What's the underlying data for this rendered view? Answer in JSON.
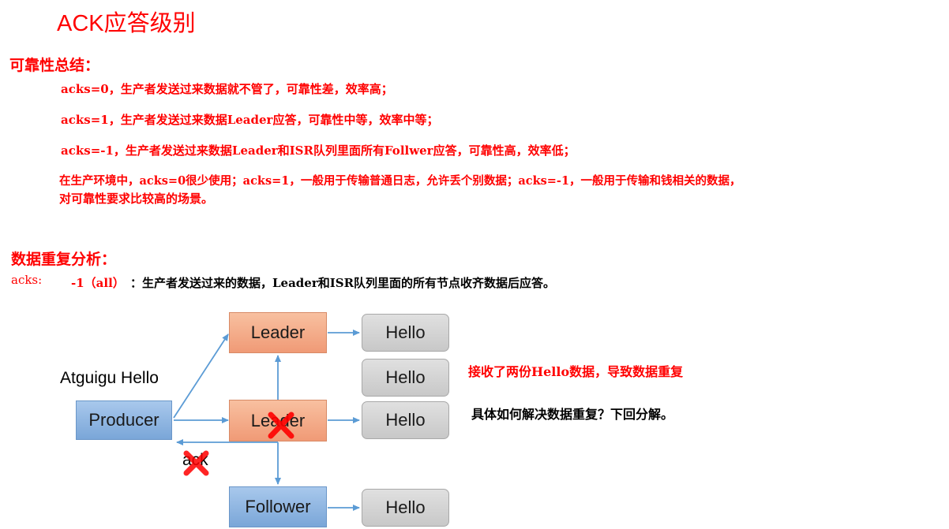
{
  "title": "ACK应答级别",
  "reliability": {
    "heading": "可靠性总结：",
    "lines": [
      "acks=0，生产者发送过来数据就不管了，可靠性差，效率高；",
      "acks=1，生产者发送过来数据Leader应答，可靠性中等，效率中等；",
      "acks=-1，生产者发送过来数据Leader和ISR队列里面所有Follwer应答，可靠性高，效率低；",
      "在生产环境中，acks=0很少使用；acks=1，一般用于传输普通日志，允许丢个别数据；acks=-1，一般用于传输和钱相关的数据，",
      "对可靠性要求比较高的场景。"
    ]
  },
  "duplication": {
    "heading": "数据重复分析：",
    "acks_label": "acks:",
    "acks_value": "-1（all）",
    "acks_desc": "：生产者发送过来的数据，Leader和ISR队列里面的所有节点收齐数据后应答。"
  },
  "diagram": {
    "producer_caption": "Atguigu Hello",
    "producer": "Producer",
    "leader_top": "Leader",
    "leader_mid": "Leader",
    "follower": "Follower",
    "hello": [
      "Hello",
      "Hello",
      "Hello",
      "Hello"
    ],
    "ack_label": "ack",
    "note_red": "接收了两份Hello数据，导致数据重复",
    "note_black": "具体如何解决数据重复？下回分解。",
    "colors": {
      "producer": "#7aa6d8",
      "broker": "#f09a76",
      "hello": "#c8c8c8",
      "arrow": "#5b9bd5",
      "cross": "#ff0000"
    }
  }
}
